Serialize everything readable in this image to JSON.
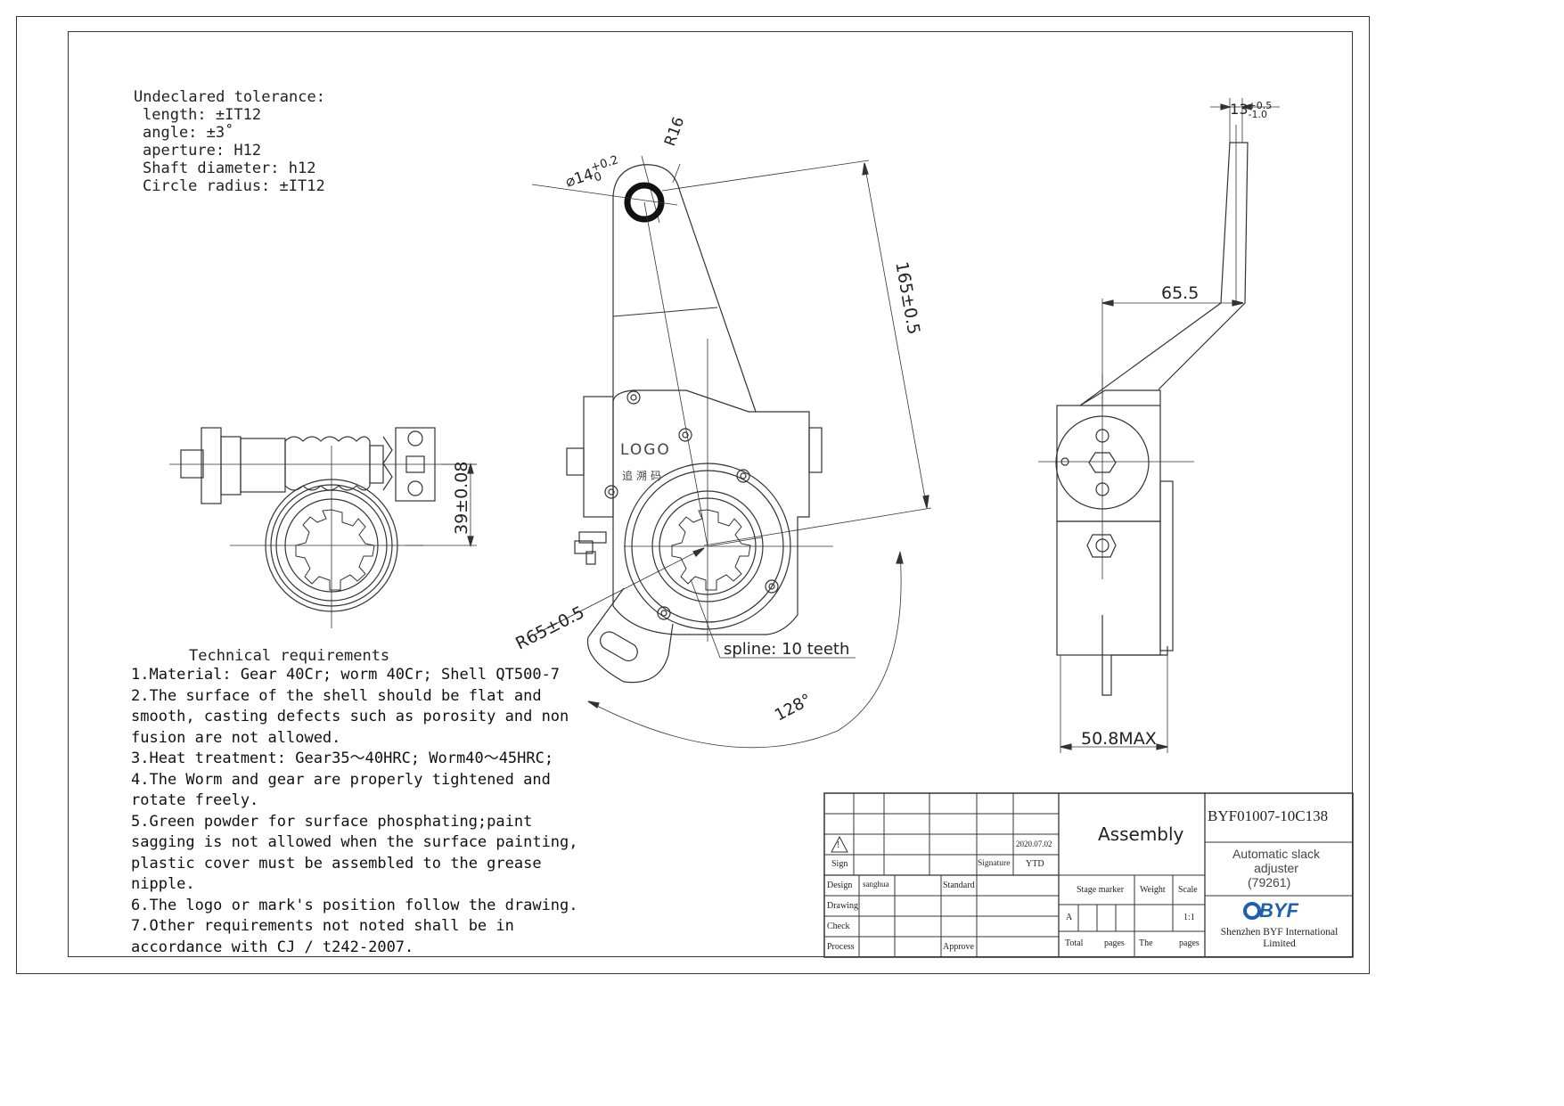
{
  "tolerance": {
    "title": "Undeclared tolerance:",
    "length": "length: ±IT12",
    "angle": "angle: ±3˚",
    "aperture": "aperture: H12",
    "shaft": "Shaft diameter: h12",
    "radius": "Circle radius: ±IT12"
  },
  "requirements": {
    "title": "Technical requirements",
    "lines": [
      "1.Material: Gear 40Cr; worm 40Cr; Shell QT500-7",
      "2.The surface of the shell should be flat and",
      "smooth, casting defects such as porosity and non",
      "fusion are not allowed.",
      "3.Heat treatment: Gear35～40HRC; Worm40～45HRC;",
      "4.The Worm and gear are properly tightened and",
      "rotate freely.",
      "5.Green powder for surface phosphating;paint",
      "sagging is not allowed when the surface painting,",
      "plastic cover must be assembled to the grease",
      "nipple.",
      "6.The logo or mark's position follow the drawing.",
      "7.Other requirements not noted shall be in",
      "accordance with CJ / t242-2007."
    ]
  },
  "dimensions": {
    "hole": "⌀14",
    "hole_tol_upper": "+0.2",
    "hole_tol_lower": "0",
    "r16": "R16",
    "d165": "165±0.5",
    "d39": "39±0.08",
    "r65": "R65±0.5",
    "spline": "spline: 10 teeth",
    "angle128": "128°",
    "d13": "13",
    "d13_upper": "+0.5",
    "d13_lower": "-1.0",
    "d655": "65.5",
    "d508": "50.8MAX"
  },
  "part_marks": {
    "logo": "LOGO",
    "code": "追溯码"
  },
  "title_block": {
    "date": "2020.07.02",
    "sign": "Sign",
    "signature": "Signature",
    "ytd": "YTD",
    "design": "Design",
    "designer": "sanghua",
    "standard": "Standard",
    "drawing": "Drawing",
    "check": "Check",
    "process": "Process",
    "approve": "Approve",
    "assembly": "Assembly",
    "stage_marker": "Stage marker",
    "weight": "Weight",
    "scale": "Scale",
    "stage_value": "A",
    "scale_value": "1:1",
    "total": "Total",
    "pages": "pages",
    "the": "The",
    "pages2": "pages",
    "part_number": "BYF01007-10C138",
    "part_name": "Automatic slack adjuster",
    "part_code": "(79261)",
    "logo": "BYF",
    "company": "Shenzhen BYF International Limited",
    "warn_symbol": "!"
  },
  "colors": {
    "line": "#333333",
    "brand": "#1f5fb0"
  }
}
